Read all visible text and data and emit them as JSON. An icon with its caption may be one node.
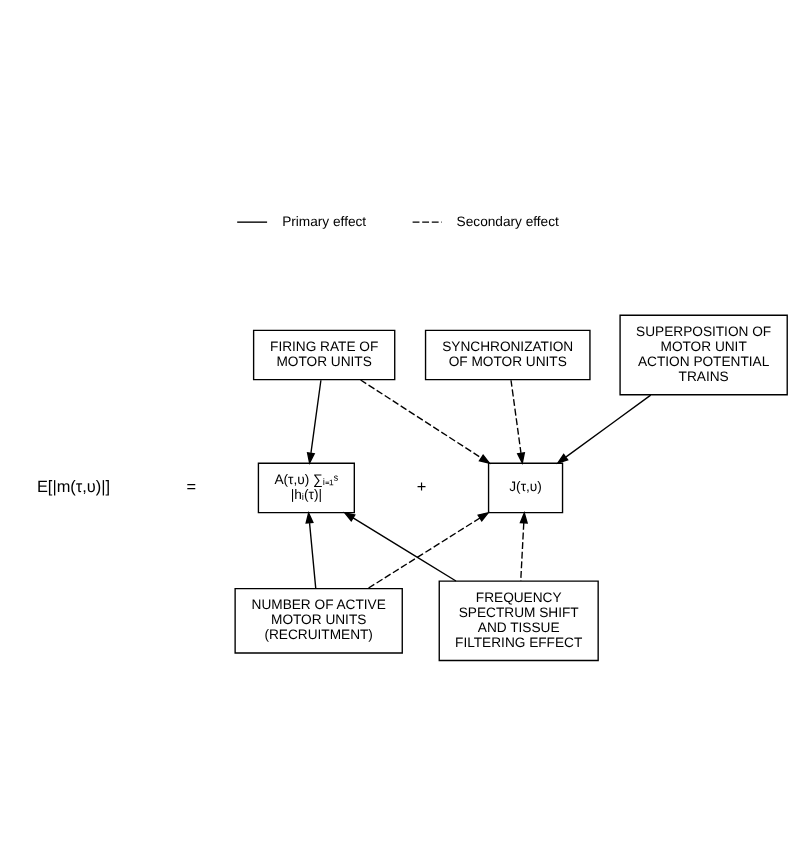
{
  "diagram": {
    "nodes": [
      {
        "text": [
          "FIRING RATE OF MOTOR UNITS"
        ]
      },
      {
        "text": [
          "SYNCHRONIZATION OF MOTOR UNITS"
        ]
      },
      {
        "text": [
          "SUPERPOSITION OF MOTOR UNIT ACTION POTENTIAL TRAINS"
        ]
      },
      {
        "text": [
          "A(τ,υ) ∑ᵢ₌₁ˢ |hᵢ(τ)|"
        ]
      },
      {
        "text": [
          "J(τ,υ)"
        ]
      },
      {
        "text": [
          "NUMBER OF ACTIVE MOTOR UNITS (RECRUITMENT)"
        ]
      },
      {
        "text": [
          "FREQUENCY SPECTRUM SHIFT AND TISSUE FILTERING EFFECT"
        ]
      }
    ],
    "edges": [
      {
        "from": 0,
        "to": 3,
        "arrow": "to"
      },
      {
        "from": 0,
        "to": 4,
        "arrow": "to",
        "style": "dashed"
      },
      {
        "from": 1,
        "to": 4,
        "arrow": "to",
        "style": "dashed"
      },
      {
        "from": 2,
        "to": 4,
        "arrow": "to"
      },
      {
        "from": 5,
        "to": 3,
        "arrow": "to"
      },
      {
        "from": 5,
        "to": 4,
        "arrow": "to",
        "style": "dashed"
      },
      {
        "from": 6,
        "to": 3,
        "arrow": "to"
      },
      {
        "from": 6,
        "to": 4,
        "arrow": "to",
        "style": "dashed"
      }
    ],
    "labels": [
      "E[|m(τ,υ)|]",
      "=",
      "+"
    ],
    "legend": [
      {
        "text": "Primary effect"
      },
      {
        "text": "Secondary effect"
      }
    ]
  }
}
